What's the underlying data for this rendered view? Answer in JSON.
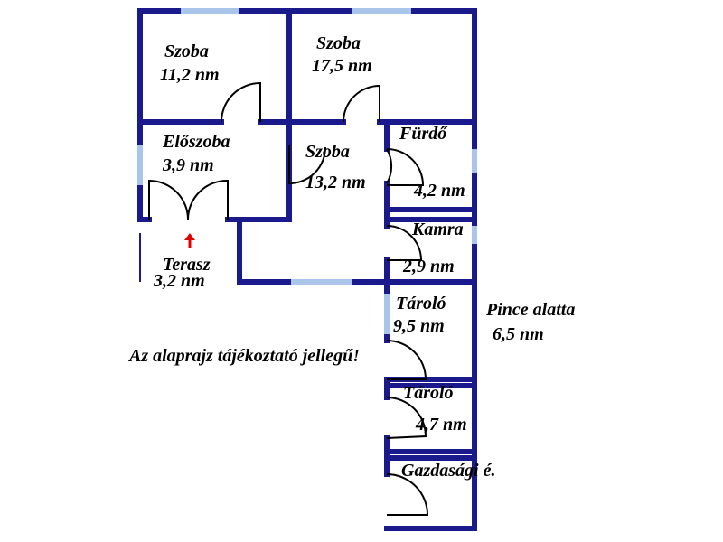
{
  "rooms": {
    "szoba_a": {
      "name": "Szoba",
      "area": "11,2 nm"
    },
    "szoba_b": {
      "name": "Szoba",
      "area": "17,5 nm"
    },
    "eloszoba": {
      "name": "Előszoba",
      "area": "3,9 nm"
    },
    "szoba_c": {
      "name": "Szoba",
      "area": "13,2 nm"
    },
    "furdo": {
      "name": "Fürdő",
      "area": "4,2 nm"
    },
    "kamra": {
      "name": "Kamra",
      "area": "2,9 nm"
    },
    "terasz": {
      "name": "Terasz",
      "area": "3,2 nm"
    },
    "tarolo_a": {
      "name": "Tároló",
      "area": "9,5 nm"
    },
    "pince": {
      "name": "Pince alatta",
      "area": "6,5 nm"
    },
    "tarolo_b": {
      "name": "Tároló",
      "area": "4,7 nm"
    },
    "gazdasagi": {
      "name": "Gazdasági é."
    }
  },
  "note": "Az alaprajz tájékoztató jellegű!",
  "colors": {
    "wall": "#1a1a8c",
    "window": "#a9c6ea",
    "entrance_arrow": "#e00000"
  }
}
